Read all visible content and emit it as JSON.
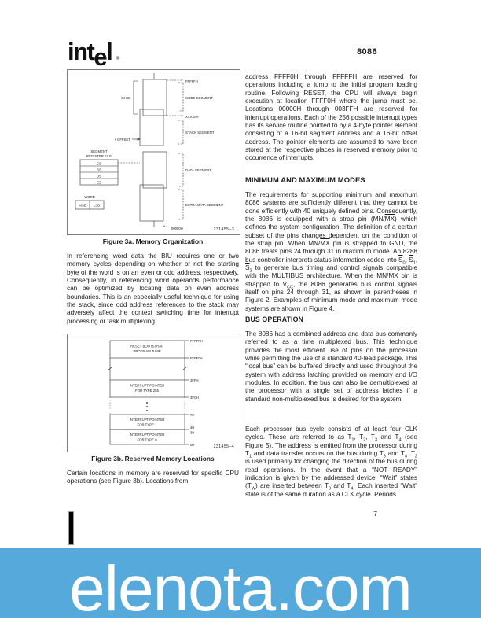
{
  "header": {
    "logo_text_1": "int",
    "logo_text_e": "e",
    "logo_text_2": "l",
    "registered_mark": "®",
    "part_number": "8086"
  },
  "left_column": {
    "figure_3a": {
      "id": "231455–3",
      "caption": "Figure 3a. Memory Organization",
      "top_hex": "FFFFFH",
      "bottom_hex": "00000H",
      "seg_boundary_hex": "XXXX0H",
      "size_label": "64 KB",
      "offset_label": "+ OFFSET",
      "reg_file_line1": "SEGMENT",
      "reg_file_line2": "REGISTER FILE",
      "registers": [
        "CS",
        "SS",
        "DS",
        "ES"
      ],
      "word_label": "WORD",
      "msb": "MSB",
      "lsb": "LSB",
      "segments": [
        "CODE SEGMENT",
        "STACK SEGMENT",
        "DATA SEGMENT",
        "EXTRA DATA SEGMENT"
      ]
    },
    "paragraph_1": "In referencing word data the BIU requires one or two memory cycles depending on whether or not the starting byte of the word is on an even or odd address, respectively. Consequently, in referencing word operands performance can be optimized by locating data on even address boundaries. This is an especially useful technique for using the stack, since odd address references to the stack may adversely affect the context switching time for interrupt processing or task multiplexing.",
    "figure_3b": {
      "id": "231455–4",
      "caption": "Figure 3b. Reserved Memory Locations",
      "boxes": [
        {
          "line1": "RESET BOOTSTRAP",
          "line2": "PROGRAM JUMP",
          "top_hex": "FFFFFH",
          "bottom_hex": "FFFF0H"
        },
        {
          "line1": "INTERRUPT POINTER",
          "line2": "FOR TYPE 255",
          "top_hex": "3FFH",
          "bottom_hex": "3FCH"
        },
        {
          "line1": "INTERRUPT POINTER",
          "line2": "FOR TYPE 1",
          "top_hex": "7H",
          "bottom_hex": "4H"
        },
        {
          "line1": "INTERRUPT POINTER",
          "line2": "FOR TYPE 0",
          "top_hex": "3H",
          "bottom_hex": "0H"
        }
      ]
    },
    "paragraph_2": "Certain locations in memory are reserved for specific CPU operations (see Figure 3b). Locations from"
  },
  "right_column": {
    "paragraph_1": "address FFFF0H through FFFFFH are reserved for operations including a jump to the initial program loading routine. Following RESET, the CPU will always begin execution at location FFFF0H where the jump must be. Locations 00000H through 003FFH are reserved for interrupt operations. Each of the 256 possible interrupt types has its service routine pointed to by a 4-byte pointer element consisting of a 16-bit segment address and a 16-bit offset address. The pointer elements are assumed to have been stored at the respective places in reserved memory prior to occurrence of interrupts.",
    "heading_1": "MINIMUM AND MAXIMUM MODES",
    "paragraph_2_html": "The requirements for supporting minimum and maximum 8086 systems are sufficiently different that they cannot be done efficiently with 40 uniquely defined pins. Consequently, the 8086 is equipped with a strap pin (MN/<span class=\"ov\">MX</span>) which defines the system configuration. The definition of a certain subset of the pins changes dependent on the condition of the strap pin. When MN/<span class=\"ov\">MX</span> pin is strapped to GND, the 8086 treats pins 24 through 31 in maximum mode. An 8288 bus controller interprets status information coded into <span class=\"ov\">S</span><sub>0</sub>, <span class=\"ov\">S</span><sub>1</sub>, <span class=\"ov\">S</span><sub>2</sub> to generate bus timing and control signals compatible with the MULTIBUS architecture. When the MN/<span class=\"ov\">MX</span> pin is strapped to V<sub>CC</sub>, the 8086 generates bus control signals itself on pins 24 through 31, as shown in parentheses in Figure 2. Examples of minimum mode and maximum mode systems are shown in Figure 4.",
    "heading_2": "BUS OPERATION",
    "paragraph_3": "The 8086 has a combined address and data bus commonly referred to as a time multiplexed bus. This technique provides the most efficient use of pins on the processor while permitting the use of a standard 40-lead package. This “local bus” can be buffered directly and used throughout the system with address latching provided on memory and I/O modules. In addition, the bus can also be demultiplexed at the processor with a single set of address latches if a standard non-multiplexed bus is desired for the system.",
    "paragraph_4_html": "Each processor bus cycle consists of at least four CLK cycles. These are referred to as T<sub>1</sub>, T<sub>2</sub>, T<sub>3</sub> and T<sub>4</sub> (see Figure 5). The address is emitted from the processor during T<sub>1</sub> and data transfer occurs on the bus during T<sub>3</sub> and T<sub>4</sub>. T<sub>2</sub> is used primarily for changing the direction of the bus during read operations. In the event that a “NOT READY” indication is given by the addressed device, “Wait” states (T<sub>W</sub>) are inserted between T<sub>3</sub> and T<sub>4</sub>. Each inserted “Wait” state is of the same duration as a CLK cycle. Periods",
    "page_number": "7"
  },
  "footer": {
    "watermark": "elenota.com",
    "banner_color": "#55AADB"
  }
}
